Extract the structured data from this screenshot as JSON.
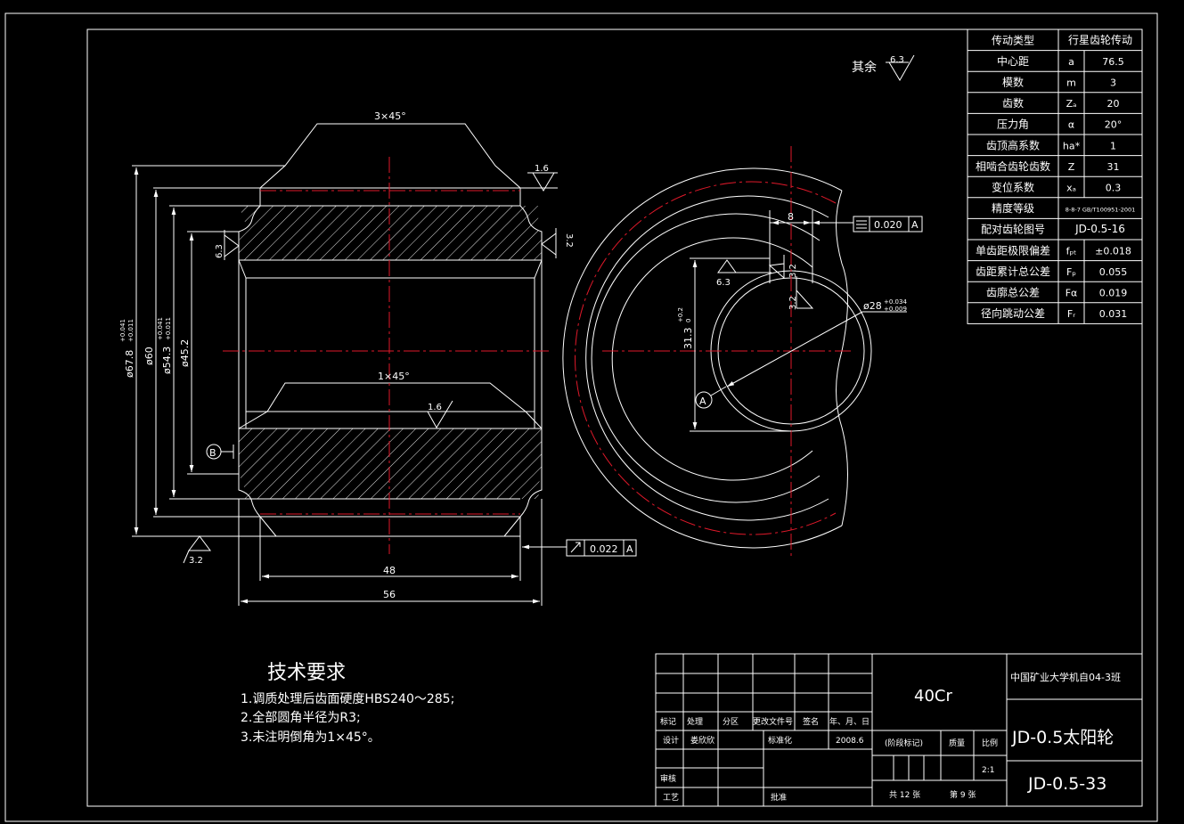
{
  "params": [
    {
      "label": "传动类型",
      "sym": "",
      "val": "行星齿轮传动"
    },
    {
      "label": "中心距",
      "sym": "a",
      "val": "76.5"
    },
    {
      "label": "模数",
      "sym": "m",
      "val": "3"
    },
    {
      "label": "齿数",
      "sym": "Zₐ",
      "val": "20"
    },
    {
      "label": "压力角",
      "sym": "α",
      "val": "20°"
    },
    {
      "label": "齿顶高系数",
      "sym": "ha*",
      "val": "1"
    },
    {
      "label": "相啮合齿轮齿数",
      "sym": "Z",
      "val": "31"
    },
    {
      "label": "变位系数",
      "sym": "xₐ",
      "val": "0.3"
    },
    {
      "label": "精度等级",
      "sym": "",
      "val": "8-8-7 GB/T100951-2001"
    },
    {
      "label": "配对齿轮图号",
      "sym": "",
      "val": "JD-0.5-16"
    },
    {
      "label": "单齿距极限偏差",
      "sym": "fₚₜ",
      "val": "±0.018"
    },
    {
      "label": "齿距累计总公差",
      "sym": "Fₚ",
      "val": "0.055"
    },
    {
      "label": "齿廓总公差",
      "sym": "Fα",
      "val": "0.019"
    },
    {
      "label": "径向跳动公差",
      "sym": "Fᵣ",
      "val": "0.031"
    }
  ],
  "other_roughness_label": "其余",
  "other_roughness": "6.3",
  "dims": {
    "chamfer_top": "3×45°",
    "chamfer_inner": "1×45°",
    "d_outer": "ø67.8",
    "d_outer_tol_up": "+0.041",
    "d_outer_tol_lo": "+0.011",
    "d60": "ø60",
    "d54": "ø54.3",
    "d54_tol_up": "+0.041",
    "d54_tol_lo": "+0.011",
    "d45": "ø45.2",
    "ra_top": "1.6",
    "ra_left": "6.3",
    "ra_right": "3.2",
    "ra_inner": "1.6",
    "ra_bottom": "3.2",
    "datum_b": "B",
    "runout_val": "0.022",
    "runout_ref": "A",
    "len48": "48",
    "len56": "56",
    "key_width": "8",
    "sym_val": "0.020",
    "sym_ref": "A",
    "key_ra": "6.3",
    "key_ra2": "3.2",
    "key_ra3": "3.2",
    "key_depth": "31.3",
    "key_depth_tol_up": "+0.2",
    "key_depth_tol_lo": "0",
    "bore": "ø28",
    "bore_tol_up": "+0.034",
    "bore_tol_lo": "+0.009",
    "datum_a": "A"
  },
  "tech": {
    "title": "技术要求",
    "lines": [
      "1.调质处理后齿面硬度HBS240～285;",
      "2.全部圆角半径为R3;",
      "3.未注明倒角为1×45°。"
    ]
  },
  "title_block": {
    "material": "40Cr",
    "school": "中国矿业大学机自04-3班",
    "part_name": "JD-0.5太阳轮",
    "drawing_no": "JD-0.5-33",
    "mark": "标记",
    "process": "处理",
    "zone": "分区",
    "change_doc": "更改文件号",
    "sign": "签名",
    "date_label": "年、月、日",
    "design": "设计",
    "designer": "娄欣欣",
    "standard": "标准化",
    "date": "2008.6",
    "stage": "(阶段标记)",
    "weight": "质量",
    "scale_label": "比例",
    "scale": "2:1",
    "review": "审核",
    "craft": "工艺",
    "approve": "批准",
    "total": "共 12 张",
    "sheet": "第 9 张"
  }
}
